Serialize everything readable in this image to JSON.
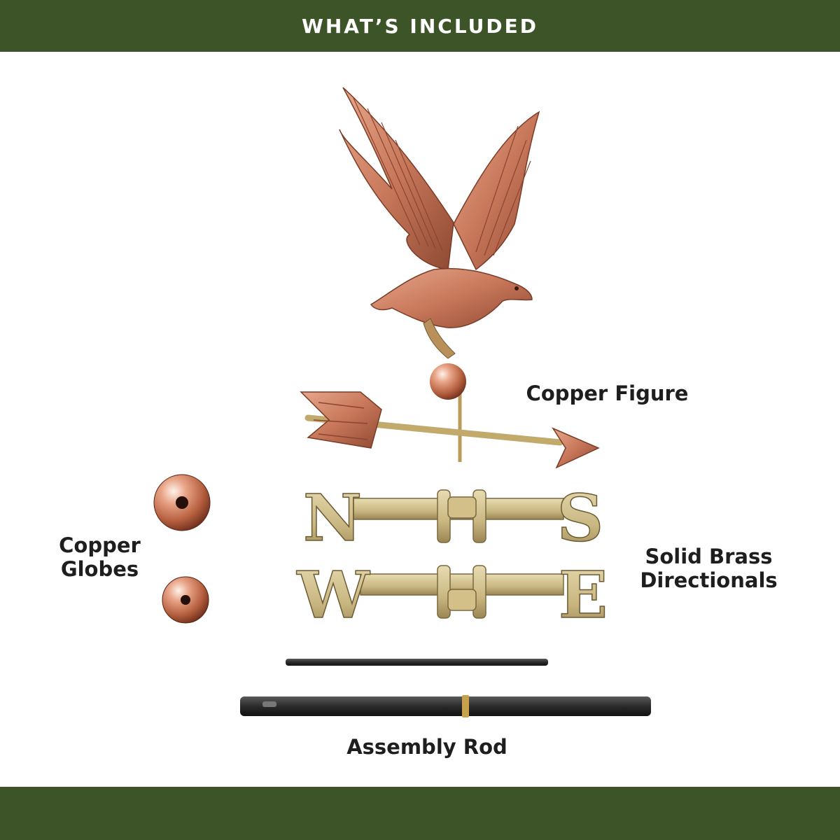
{
  "header": {
    "title": "WHAT’S INCLUDED"
  },
  "labels": {
    "copper_figure": "Copper Figure",
    "copper_globes": [
      "Copper",
      "Globes"
    ],
    "brass_directionals": [
      "Solid Brass",
      "Directionals"
    ],
    "assembly_rod": "Assembly Rod"
  },
  "directionals": {
    "top_row": [
      "N",
      "S"
    ],
    "bottom_row": [
      "W",
      "E"
    ]
  },
  "colors": {
    "banner_green": "#3d5429",
    "copper": "#c8775a",
    "brass": "#c9b781",
    "rod_black": "#2b2b2b"
  },
  "icons": [
    "eagle-figure",
    "arrow-pointer",
    "copper-globe",
    "brass-directional",
    "assembly-rod"
  ]
}
